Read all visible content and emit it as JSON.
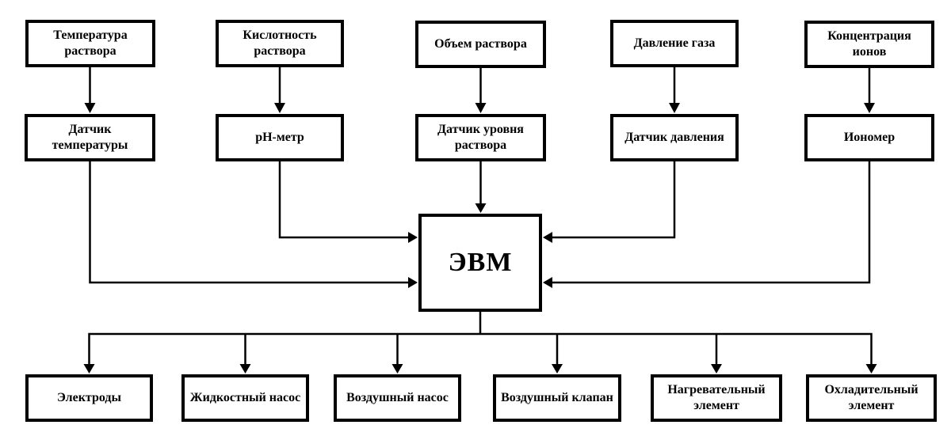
{
  "diagram": {
    "colors": {
      "line": "#000000",
      "box_border": "#000000",
      "background": "#ffffff",
      "text": "#000000"
    },
    "columns": [
      {
        "quantity": "Температура раствора",
        "sensor": "Датчик температуры"
      },
      {
        "quantity": "Кислотность раствора",
        "sensor": "pH-метр"
      },
      {
        "quantity": "Объем раствора",
        "sensor": "Датчик уровня раствора"
      },
      {
        "quantity": "Давление газа",
        "sensor": "Датчик давления"
      },
      {
        "quantity": "Концентрация ионов",
        "sensor": "Иономер"
      }
    ],
    "controller": {
      "label": "ЭВМ"
    },
    "actuators": [
      {
        "label": "Электроды"
      },
      {
        "label": "Жидкостный насос"
      },
      {
        "label": "Воздушный насос"
      },
      {
        "label": "Воздушный клапан"
      },
      {
        "label": "Нагревательный элемент"
      },
      {
        "label": "Охладительный элемент"
      }
    ]
  }
}
